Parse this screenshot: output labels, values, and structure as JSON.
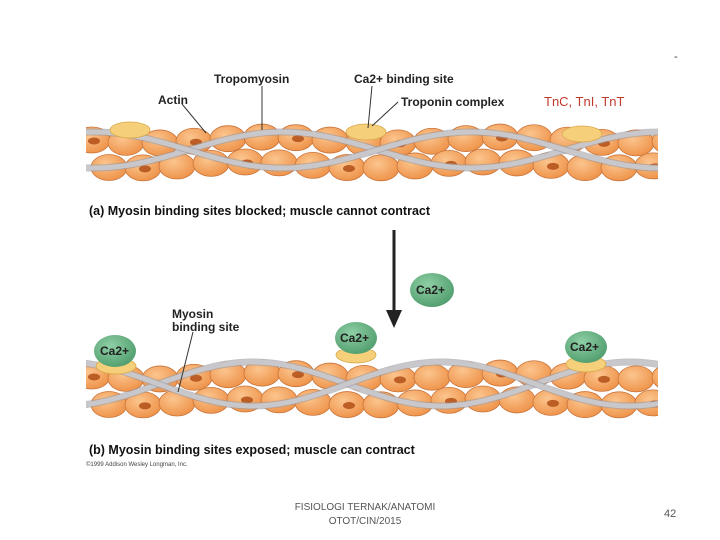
{
  "figure": {
    "panel_a": {
      "labels": {
        "tropomyosin": "Tropomyosin",
        "ca_binding_site": "Ca2+ binding site",
        "actin": "Actin",
        "troponin_complex": "Troponin complex",
        "troponin_subunits": "TnC, TnI, TnT"
      },
      "caption": "(a) Myosin binding sites blocked; muscle cannot contract"
    },
    "ion_label": "Ca2+",
    "panel_b": {
      "labels": {
        "myosin_binding_site": "Myosin\nbinding site"
      },
      "caption": "(b) Myosin binding sites exposed; muscle can contract"
    },
    "copyright": "©1999 Addison Wesley Longman, Inc."
  },
  "footer": {
    "line1": "FISIOLOGI TERNAK/ANATOMI",
    "line2": "OTOT/CIN/2015",
    "page_number": "42",
    "corner_mark": "-"
  },
  "colors": {
    "actin_fill": "#f2a25a",
    "actin_stroke": "#c9743a",
    "tropomyosin": "#c8c8cc",
    "troponin": "#f5cf7a",
    "calcium": "#6fb98a",
    "binding_site": "#b5541c",
    "caption_text": "#111111",
    "subunit_text": "#c0392b"
  }
}
